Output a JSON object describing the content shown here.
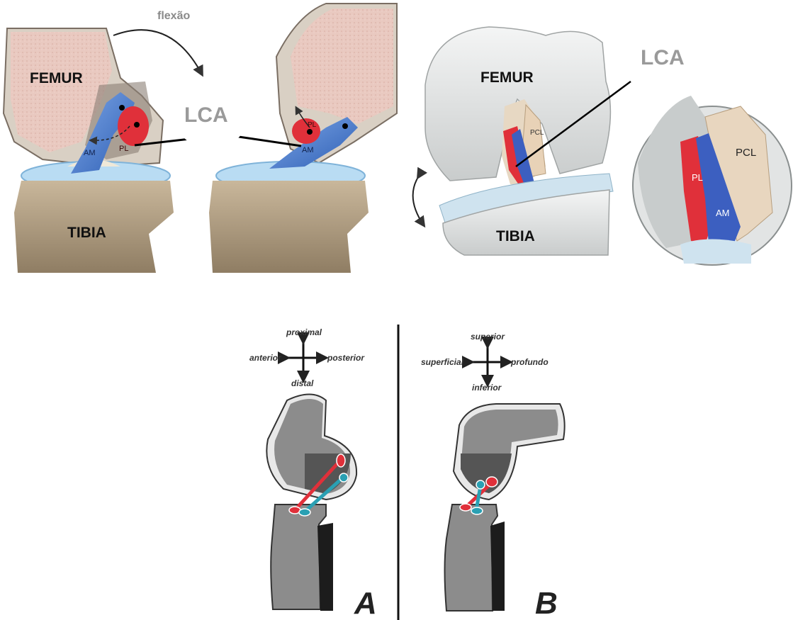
{
  "top": {
    "left_panel": {
      "flexion_label": "flexão",
      "femur_label": "FEMUR",
      "tibia_label": "TIBIA",
      "ligament_label": "LCA",
      "am_label_1": "AM",
      "pl_label_1": "PL",
      "am_label_2": "AM",
      "pl_label_2": "PL"
    },
    "right_panel": {
      "femur_label": "FEMUR",
      "tibia_label": "TIBIA",
      "ligament_label": "LCA",
      "pcl_label_small": "PCL",
      "pcl_label_zoom": "PCL",
      "pl_label_zoom": "PL",
      "am_label_zoom": "AM"
    }
  },
  "bottom": {
    "panel_a": {
      "letter": "A",
      "dir_up": "proximal",
      "dir_down": "distal",
      "dir_left": "anterior",
      "dir_right": "posterior"
    },
    "panel_b": {
      "letter": "B",
      "dir_up": "superior",
      "dir_down": "inferior",
      "dir_left": "superficial",
      "dir_right": "profundo"
    }
  },
  "colors": {
    "am_bundle": "#3b6fc4",
    "pl_bundle": "#e0303a",
    "bone": "#8a8a8a",
    "tibia_cartilage": "#9cc8ea"
  }
}
